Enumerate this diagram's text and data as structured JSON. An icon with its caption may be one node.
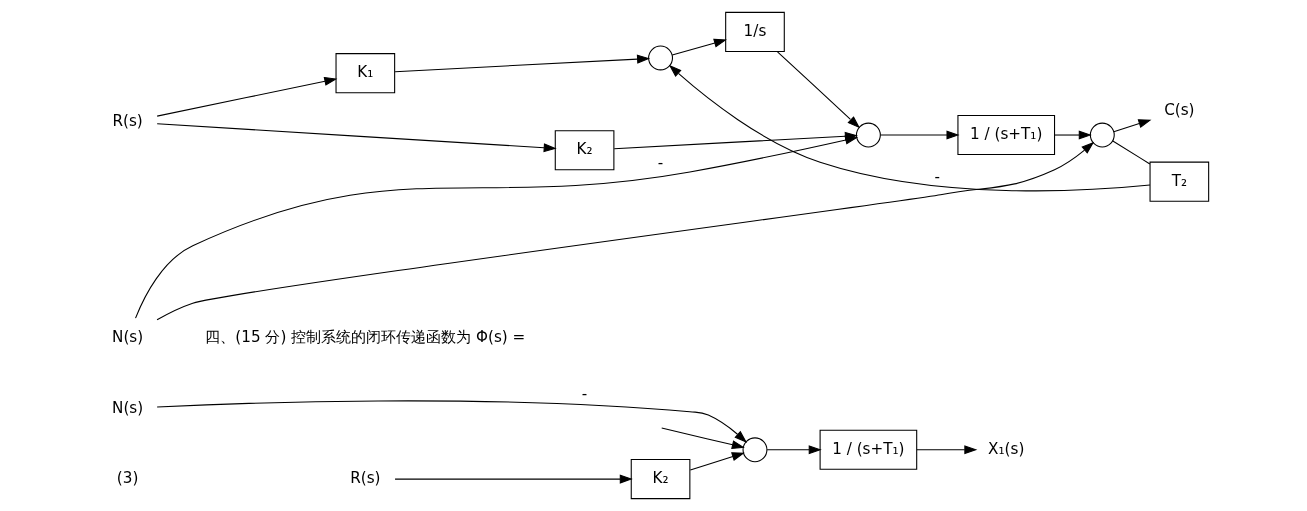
{
  "diagram": {
    "nodes": [
      {
        "text": [
          "R(s)"
        ]
      },
      {
        "text": [
          "K₂"
        ]
      },
      {
        "text": [],
        "shape": "circle"
      },
      {
        "text": [
          "1 / (s+T₁)"
        ]
      },
      {
        "text": [
          "X₁(s)"
        ]
      },
      {
        "text": [
          "N(s)"
        ]
      },
      {
        "text": [
          "R(s)"
        ]
      },
      {
        "text": [
          "K₁"
        ]
      },
      {
        "text": [
          "K₂"
        ]
      },
      {
        "text": [],
        "shape": "circle"
      },
      {
        "text": [
          "1/s"
        ]
      },
      {
        "text": [],
        "shape": "circle"
      },
      {
        "text": [
          "1 / (s+T₁)"
        ]
      },
      {
        "text": [],
        "shape": "circle"
      },
      {
        "text": [
          "C(s)"
        ]
      },
      {
        "text": [
          "T₂"
        ]
      },
      {
        "text": [
          "N(s)"
        ]
      }
    ],
    "edges": [
      {
        "from": 0,
        "to": 1,
        "arrow": "to"
      },
      {
        "from": 1,
        "to": 2,
        "arrow": "to"
      },
      {
        "from": 2,
        "to": 3,
        "arrow": "to"
      },
      {
        "from": 3,
        "to": 4,
        "arrow": "to"
      },
      {
        "from": 5,
        "to": 2,
        "arrow": "to",
        "label": "-"
      },
      {
        "from": null,
        "to": 2,
        "arrow": "to"
      },
      {
        "from": 6,
        "to": 7,
        "arrow": "to"
      },
      {
        "from": 6,
        "to": 8,
        "arrow": "to"
      },
      {
        "from": 7,
        "to": 9,
        "arrow": "to"
      },
      {
        "from": 9,
        "to": 10,
        "arrow": "to"
      },
      {
        "from": 10,
        "to": 11,
        "arrow": "to"
      },
      {
        "from": 8,
        "to": 11,
        "arrow": "to"
      },
      {
        "from": 11,
        "to": 12,
        "arrow": "to"
      },
      {
        "from": 12,
        "to": 13,
        "arrow": "to"
      },
      {
        "from": 13,
        "to": 14,
        "arrow": "to"
      },
      {
        "from": 13,
        "to": 15,
        "arrow": "none"
      },
      {
        "from": 15,
        "to": 9,
        "arrow": "to",
        "label": "-"
      },
      {
        "from": 16,
        "to": 11,
        "arrow": "to",
        "label": "-"
      },
      {
        "from": 16,
        "to": 13,
        "arrow": "to"
      }
    ],
    "labels": [
      "(3)",
      "四、(15 分) 控制系统的闭环传递函数为 Φ(s) ="
    ]
  }
}
